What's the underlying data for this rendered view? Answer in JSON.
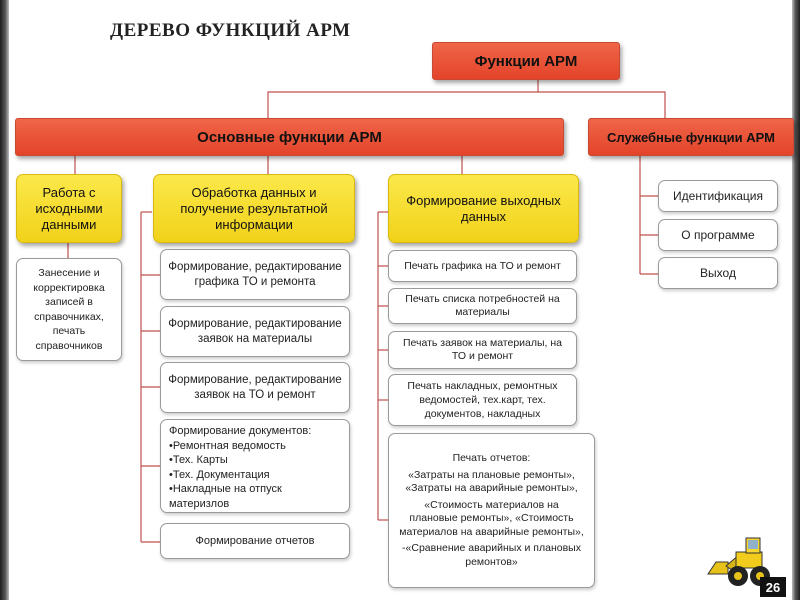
{
  "title": "ДЕРЕВО ФУНКЦИЙ АРМ",
  "root": "Функции АРМ",
  "main_functions": "Основные функции АРМ",
  "service_functions": "Служебные функции АРМ",
  "service_items": [
    "Идентификация",
    "О программе",
    "Выход"
  ],
  "columns": {
    "source": {
      "header": "Работа с исходными данными",
      "items": [
        "Занесение и корректировка записей в справочниках, печать справочников"
      ]
    },
    "processing": {
      "header": "Обработка данных и получение результатной информации",
      "items": [
        "Формирование, редактирование графика ТО и ремонта",
        "Формирование, редактирование заявок на материалы",
        "Формирование, редактирование заявок на ТО и ремонт"
      ],
      "documents": {
        "heading": "Формирование документов:",
        "bullets": [
          "•Ремонтная ведомость",
          "•Тех. Карты",
          "•Тех. Документация",
          "•Накладные на отпуск материзлов"
        ]
      },
      "reports": "Формирование отчетов"
    },
    "output": {
      "header": "Формирование выходных данных",
      "items": [
        "Печать графика на ТО и ремонт",
        "Печать списка потребностей на материалы",
        "Печать заявок на материалы, на ТО и ремонт",
        "Печать накладных, ремонтных ведомостей, тех.карт, тех. документов, накладных"
      ],
      "reports": {
        "heading": "Печать отчетов:",
        "lines": [
          "«Затраты на плановые ремонты»,",
          "«Затраты на аварийные ремонты»,",
          "«Стоимость материалов на плановые ремонты», «Стоимость материалов на аварийные ремонты»,",
          "-«Сравнение аварийных и плановых ремонтов»"
        ]
      }
    }
  },
  "page_number": "26",
  "colors": {
    "red": "#e94e32",
    "yellow": "#f6de2e",
    "line": "#c0504d"
  }
}
